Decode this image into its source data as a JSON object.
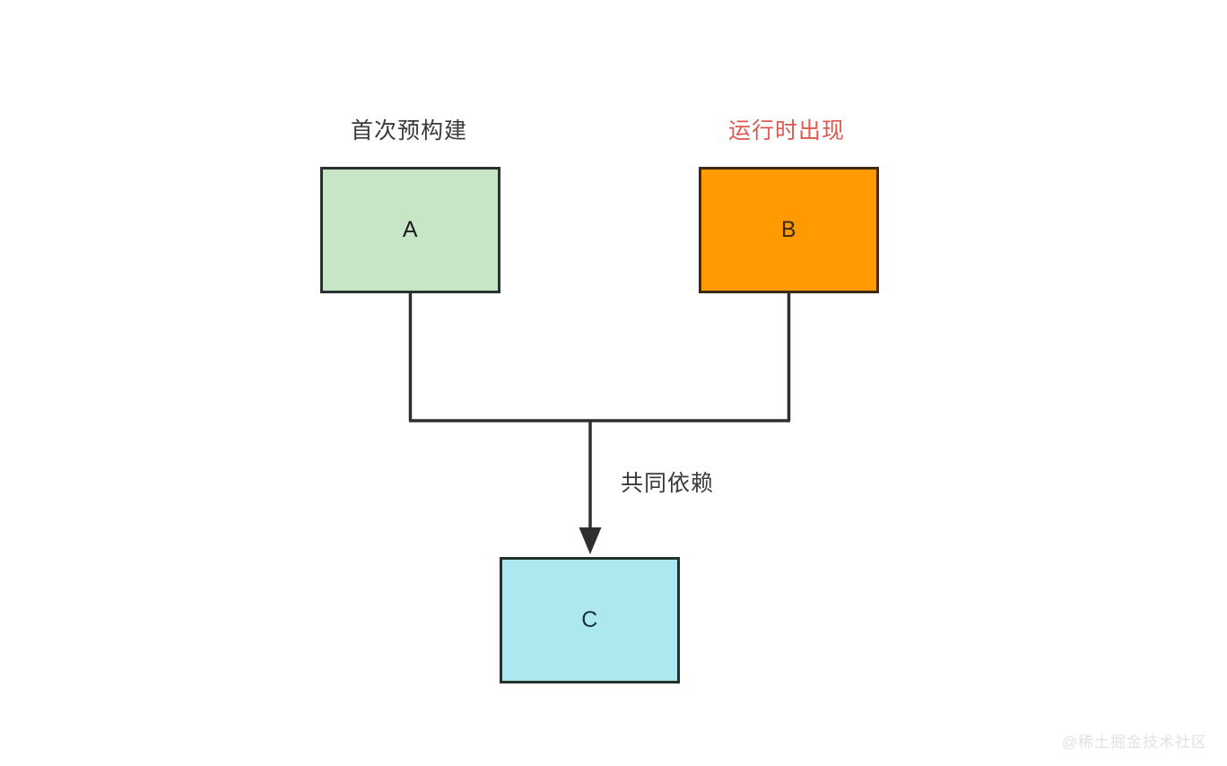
{
  "diagram": {
    "title_left": "首次预构建",
    "title_right": "运行时出现",
    "edge_label": "共同依赖",
    "nodes": [
      {
        "id": "A",
        "label": "A",
        "fill": "#C6E6C6",
        "stroke": "#2B3330"
      },
      {
        "id": "B",
        "label": "B",
        "fill": "#FF9A00",
        "stroke": "#3E2B16"
      },
      {
        "id": "C",
        "label": "C",
        "fill": "#ADE8EE",
        "stroke": "#22332F"
      }
    ],
    "colors": {
      "background": "#FFFFFF",
      "text": "#3A3A3A",
      "accent_red": "#DF5B50",
      "connector": "#2F2F2F",
      "watermark": "#E2E2E2"
    },
    "connectors": [
      {
        "from": "A",
        "to": "C",
        "style": "orthogonal",
        "arrow": false
      },
      {
        "from": "B",
        "to": "C",
        "style": "orthogonal",
        "arrow": true
      }
    ]
  },
  "watermark": {
    "text": "@稀土掘金技术社区"
  }
}
